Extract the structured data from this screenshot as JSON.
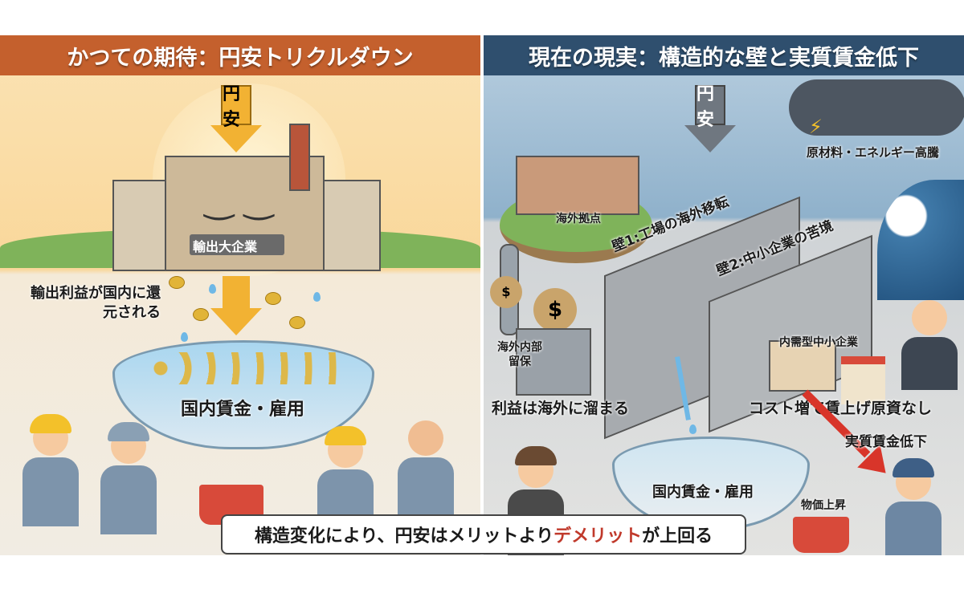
{
  "left_panel": {
    "title": "かつての期待：円安トリクルダウン",
    "yen_arrow_label": "円安",
    "factory_label": "輸出大企業",
    "flow_caption": "輸出利益が国内に還元される",
    "basin_label": "国内賃金・雇用"
  },
  "right_panel": {
    "title": "現在の現実：構造的な壁と実質賃金低下",
    "yen_arrow_label": "円安",
    "storm_label": "原材料・エネルギー高騰",
    "island_label": "海外拠点",
    "wall1_label": "壁1:工場の海外移転",
    "wall2_label": "壁2:中小企業の苦境",
    "safe_label": "海外内部留保",
    "domestic_sme_label": "内需型中小企業",
    "profit_caption": "利益は海外に溜まる",
    "cost_caption": "コスト増で賃上げ原資なし",
    "real_wage_label": "実質賃金低下",
    "basin_label": "国内賃金・雇用",
    "price_label": "物価上昇"
  },
  "conclusion": {
    "prefix": "構造変化により、円安はメリットより",
    "highlight": "デメリット",
    "suffix": "が上回る",
    "highlight_color": "#c0392b"
  }
}
